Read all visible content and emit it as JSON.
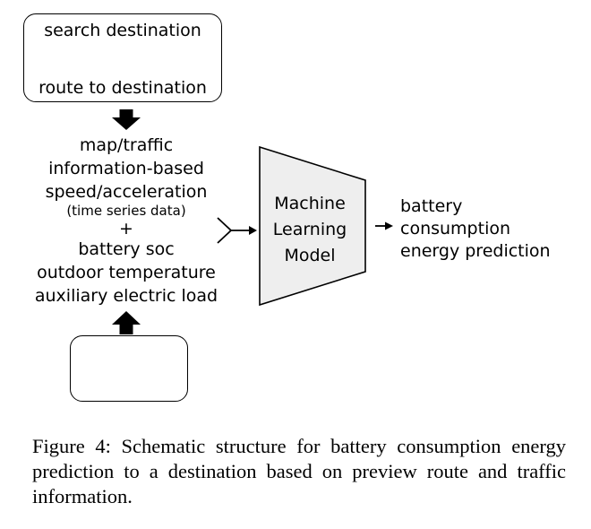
{
  "search_box": {
    "search_label": "search destination",
    "route_label": "route to destination"
  },
  "inputs": {
    "lines": [
      "map/traffic",
      "information-based",
      "speed/acceleration"
    ],
    "series_note": "(time series data)",
    "plus": "+",
    "extra_lines": [
      "battery soc",
      "outdoor temperature",
      "auxiliary electric load"
    ]
  },
  "model": {
    "lines": [
      "Machine",
      "Learning",
      "Model"
    ]
  },
  "output": {
    "lines": [
      "battery",
      "consumption",
      "energy prediction"
    ]
  },
  "caption": {
    "text": "Figure 4: Schematic structure for battery consumption energy prediction to a destination based on preview route and traffic information."
  },
  "icons": [
    "location-pin-icon",
    "route-path-icon",
    "electric-car-icon",
    "lightning-bolt-icon"
  ]
}
